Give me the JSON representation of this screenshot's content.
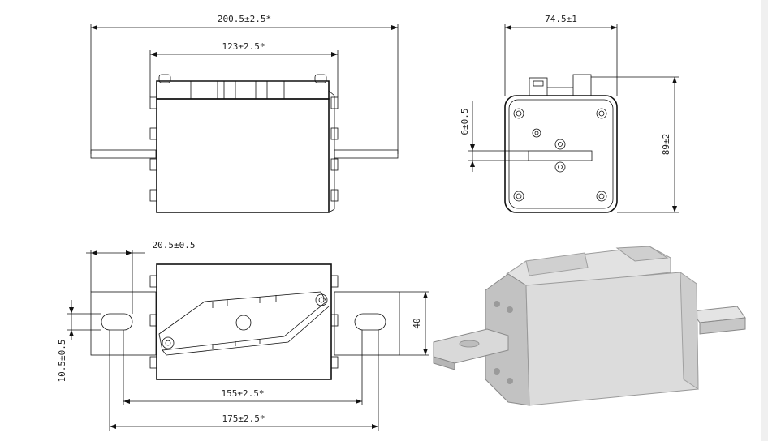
{
  "dimensions": {
    "overall_length": "200.5±2.5*",
    "body_length": "123±2.5*",
    "width": "74.5±1",
    "height": "89±2",
    "blade_thickness": "6±0.5",
    "blade_end": "20.5±0.5",
    "slot_width": "10.5±0.5",
    "blade_width": "40",
    "hole_spacing": "155±2.5*",
    "slot_outer": "175±2.5*"
  },
  "colors": {
    "line": "#111111",
    "body_fill": "#ffffff",
    "render_body": "#dcdcdc",
    "render_shadow": "#a9a9a9"
  }
}
